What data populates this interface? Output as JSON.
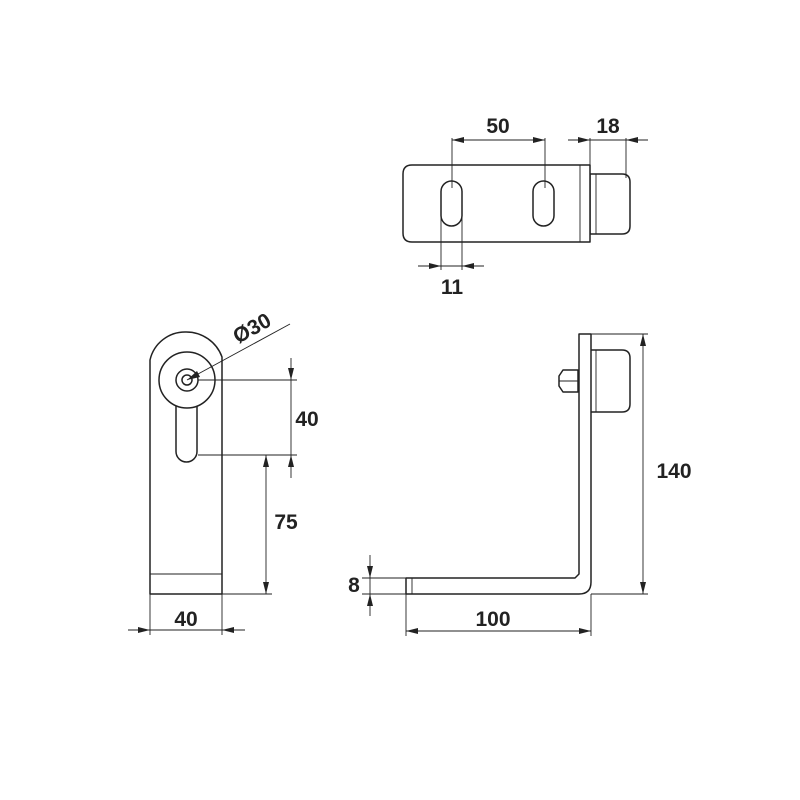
{
  "colors": {
    "line": "#222222",
    "background": "#ffffff"
  },
  "top_view": {
    "dimensions": {
      "slot_spacing": "50",
      "roller_width": "18",
      "slot_width": "11"
    }
  },
  "front_view": {
    "dimensions": {
      "roller_diameter": "Ø30",
      "slot_length": "40",
      "slot_to_base": "75",
      "plate_width": "40"
    }
  },
  "side_view": {
    "dimensions": {
      "thickness": "8",
      "base_length": "100",
      "height": "140"
    }
  }
}
